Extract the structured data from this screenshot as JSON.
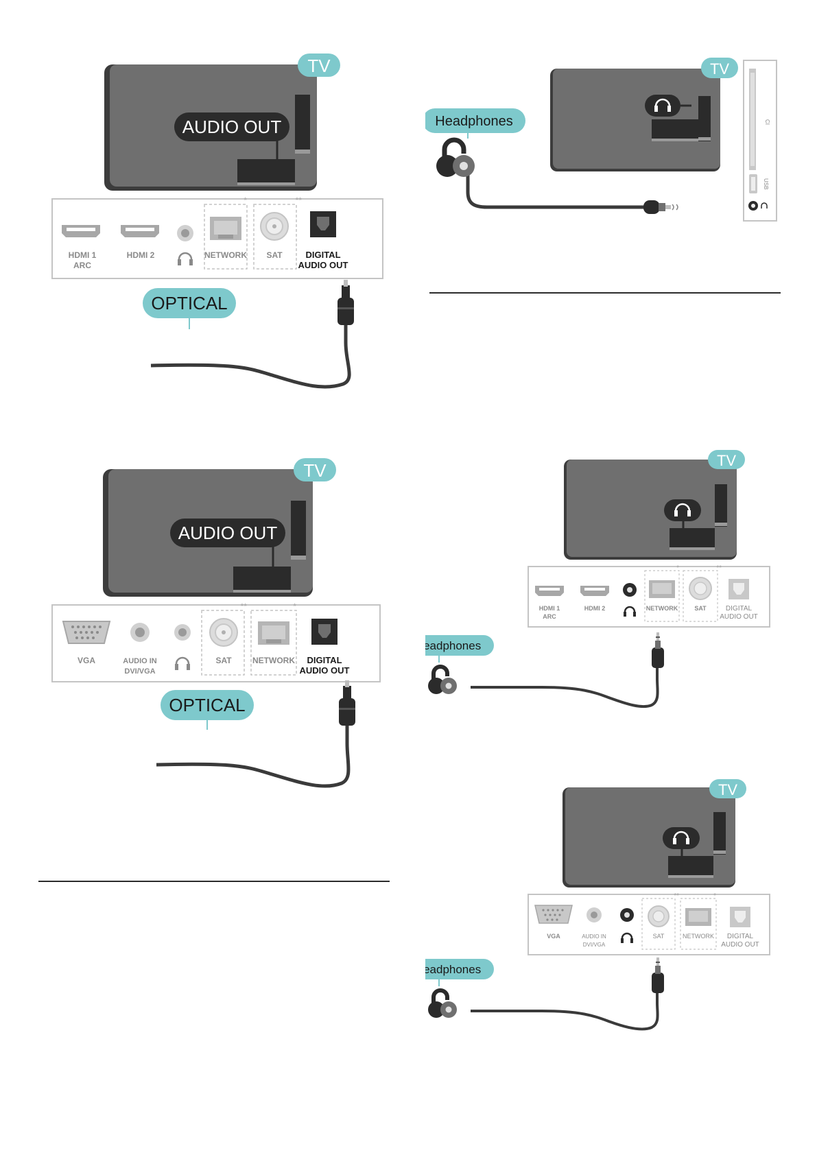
{
  "colors": {
    "tv_body": "#6f6f6f",
    "tv_shadow": "#3c3c3c",
    "badge": "#7ec9cc",
    "panel_border": "#c4c4c4",
    "port_gray": "#a7a7a7",
    "port_text": "#8a8a8a",
    "dark": "#2b2b2b",
    "cable": "#3a3a3a"
  },
  "diagrams": {
    "d1": {
      "tv_badge": "TV",
      "callout": "AUDIO OUT",
      "cable_label": "OPTICAL",
      "ports": {
        "hdmi1_a": "HDMI 1",
        "hdmi1_b": "ARC",
        "hdmi2": "HDMI 2",
        "network": "NETWORK",
        "sat": "SAT",
        "digital_a": "DIGITAL",
        "digital_b": "AUDIO OUT"
      },
      "marks": {
        "network": "*",
        "sat": "**"
      }
    },
    "d2": {
      "tv_badge": "TV",
      "callout": "AUDIO OUT",
      "cable_label": "OPTICAL",
      "ports": {
        "vga": "VGA",
        "audio_in_a": "AUDIO IN",
        "audio_in_b": "DVI/VGA",
        "sat": "SAT",
        "network": "NETWORK",
        "digital_a": "DIGITAL",
        "digital_b": "AUDIO OUT"
      },
      "marks": {
        "sat": "**",
        "network": "*"
      }
    },
    "d3": {
      "tv_badge": "TV",
      "cable_label": "Headphones",
      "side": {
        "ci": "CI",
        "usb": "USB"
      }
    },
    "d4": {
      "tv_badge": "TV",
      "cable_label": "Headphones",
      "ports": {
        "hdmi1_a": "HDMI 1",
        "hdmi1_b": "ARC",
        "hdmi2": "HDMI 2",
        "network": "NETWORK",
        "sat": "SAT",
        "digital_a": "DIGITAL",
        "digital_b": "AUDIO OUT"
      },
      "marks": {
        "network": "*",
        "sat": "**"
      }
    },
    "d5": {
      "tv_badge": "TV",
      "cable_label": "Headphones",
      "ports": {
        "vga": "VGA",
        "audio_in_a": "AUDIO IN",
        "audio_in_b": "DVI/VGA",
        "sat": "SAT",
        "network": "NETWORK",
        "digital_a": "DIGITAL",
        "digital_b": "AUDIO OUT"
      },
      "marks": {
        "sat": "**",
        "network": "*"
      }
    }
  }
}
